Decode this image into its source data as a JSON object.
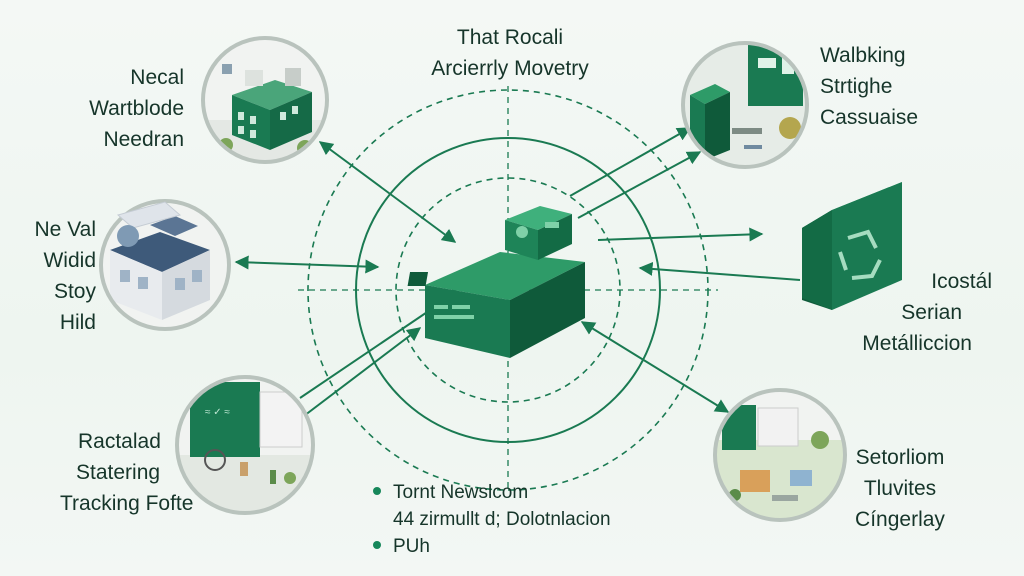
{
  "title": {
    "line1": "That Rocali",
    "line2": "Arcierrly Movetry"
  },
  "nodes": {
    "top_left": [
      "Necal",
      "Wartblode",
      "Needran"
    ],
    "mid_left": [
      "Ne Val",
      "Widid",
      "Stoy",
      "Hild"
    ],
    "bottom_left": [
      "Ractalad",
      "Statering",
      "Tracking Fofte"
    ],
    "top_right": [
      "Walbking",
      "Strtighe",
      "Cassuaise"
    ],
    "mid_right": [
      "Icostál",
      "Serian",
      "Metálliccion"
    ],
    "bottom_right": [
      "Setorliom",
      "Tluvites",
      "Cíngerlay"
    ]
  },
  "center_notes": [
    {
      "text": "Tornt Newslcom",
      "bullet": true
    },
    {
      "text": "44 zirmullt d; Dolotnlacion",
      "bullet": false
    },
    {
      "text": "PUh",
      "bullet": true
    }
  ],
  "colors": {
    "primary_green": "#1a7a52",
    "dark_green": "#0f5a3a",
    "light_green": "#2e9b68",
    "text": "#16352a",
    "circle_border": "#b9c3bd"
  },
  "icons": {
    "center": "server-block-icon",
    "top_left": "building-illustration-icon",
    "mid_left": "house-illustration-icon",
    "bottom_left": "billboard-illustration-icon",
    "top_right": "office-room-illustration-icon",
    "mid_right": "recycle-cube-icon",
    "bottom_right": "city-park-illustration-icon"
  }
}
